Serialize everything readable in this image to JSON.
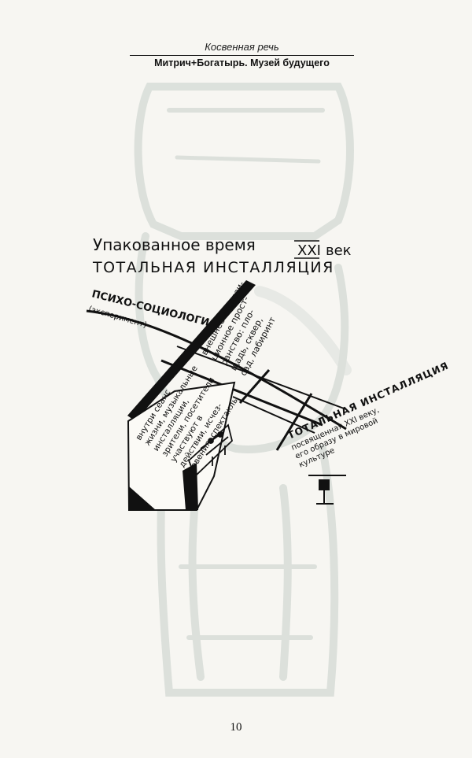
{
  "header": {
    "running_head": "Косвенная речь",
    "article_title": "Митрич+Богатырь. Музей будущего"
  },
  "drawing": {
    "title_line_1": "Упакованное время",
    "century": "XXI",
    "century_suffix": "век",
    "title_line_2": "ТОТАЛЬНАЯ ИНСТАЛЛЯЦИЯ",
    "psycho_label": "ПСИХО-СОЦИОЛОГИЯ",
    "experiment_label": "(эксперимент)",
    "outer_note": [
      "внешнее экспози-",
      "ционное прост-",
      "ранство: пло-",
      "щадь, сквер,",
      "сад, лабиринт"
    ],
    "inner_note": [
      "внутри сеанс",
      "жизни, музыкальные",
      "инсталляции,",
      "зрители, посетители",
      "участвуют в",
      "действии, исчез-",
      "новения, спектакль"
    ],
    "installation_title": "ТОТАЛЬНАЯ ИНСТАЛЛЯЦИЯ",
    "installation_note": [
      "посвященная XXI веку,",
      "его образу в мировой",
      "культуре"
    ]
  },
  "page_number": "10"
}
